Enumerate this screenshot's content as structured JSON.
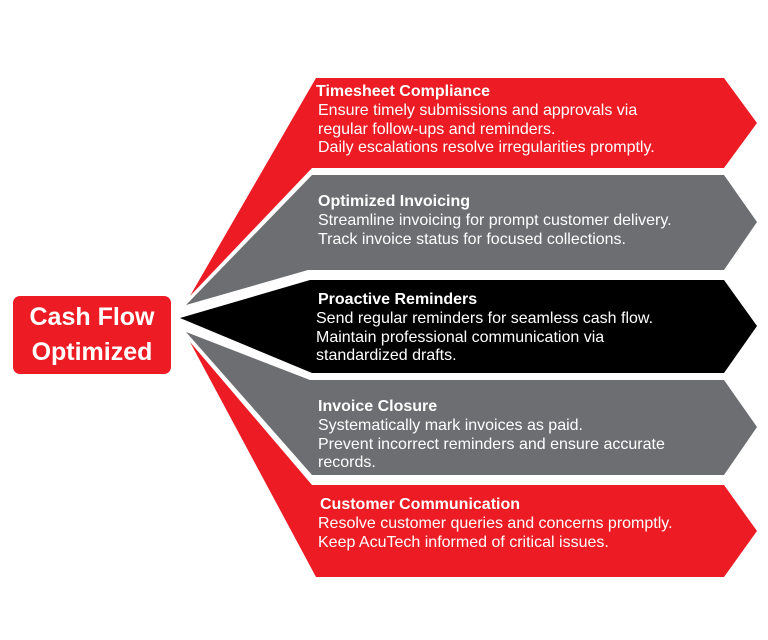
{
  "center": {
    "line1": "Cash Flow",
    "line2": "Optimized",
    "color": "#ED1C24"
  },
  "colors": {
    "red": "#ED1C24",
    "gray": "#6D6E71",
    "black": "#000000",
    "text": "#FFFFFF"
  },
  "bands": [
    {
      "title": "Timesheet Compliance",
      "color": "red",
      "lines": [
        "Ensure timely submissions and approvals via",
        "regular follow-ups and reminders.",
        "Daily escalations resolve irregularities promptly."
      ]
    },
    {
      "title": "Optimized Invoicing",
      "color": "gray",
      "lines": [
        "Streamline invoicing for prompt customer delivery.",
        "Track invoice status for focused collections."
      ]
    },
    {
      "title": "Proactive Reminders",
      "color": "black",
      "lines": [
        "Send regular reminders for seamless cash flow.",
        "Maintain professional communication via",
        "standardized drafts."
      ]
    },
    {
      "title": "Invoice Closure",
      "color": "gray",
      "lines": [
        "Systematically mark invoices as paid.",
        "Prevent incorrect reminders and ensure accurate",
        "records."
      ]
    },
    {
      "title": "Customer Communication",
      "color": "red",
      "lines": [
        "Resolve customer queries and concerns promptly.",
        "Keep AcuTech informed of critical issues."
      ]
    }
  ]
}
